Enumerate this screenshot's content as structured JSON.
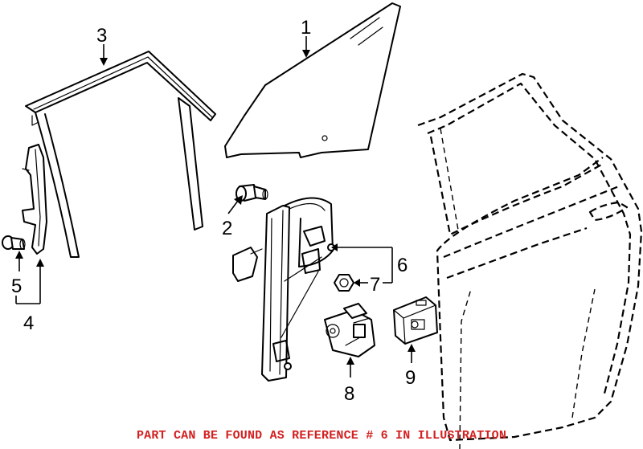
{
  "callouts": {
    "c1": "1",
    "c2": "2",
    "c3": "3",
    "c4": "4",
    "c5": "5",
    "c6": "6",
    "c7": "7",
    "c8": "8",
    "c9": "9"
  },
  "footer_note": "PART CAN BE FOUND AS REFERENCE # 6 IN ILLUSTRATION",
  "colors": {
    "line": "#000000",
    "note": "#d32020",
    "background": "#ffffff"
  }
}
